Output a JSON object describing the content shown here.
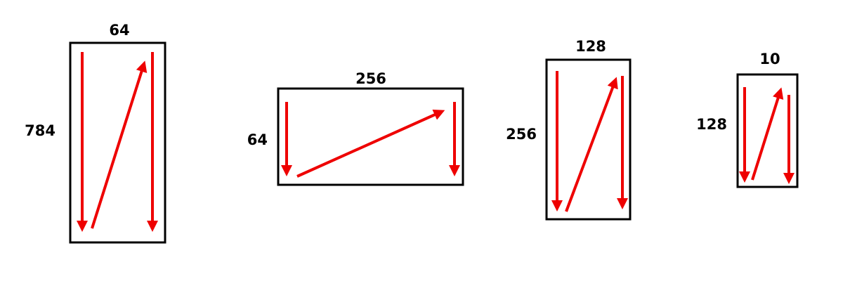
{
  "colors": {
    "box_stroke": "#000000",
    "arrow": "#ee0000"
  },
  "matrices": [
    {
      "width_label": "64",
      "height_label": "784"
    },
    {
      "width_label": "256",
      "height_label": "64"
    },
    {
      "width_label": "128",
      "height_label": "256"
    },
    {
      "width_label": "10",
      "height_label": "128"
    }
  ]
}
